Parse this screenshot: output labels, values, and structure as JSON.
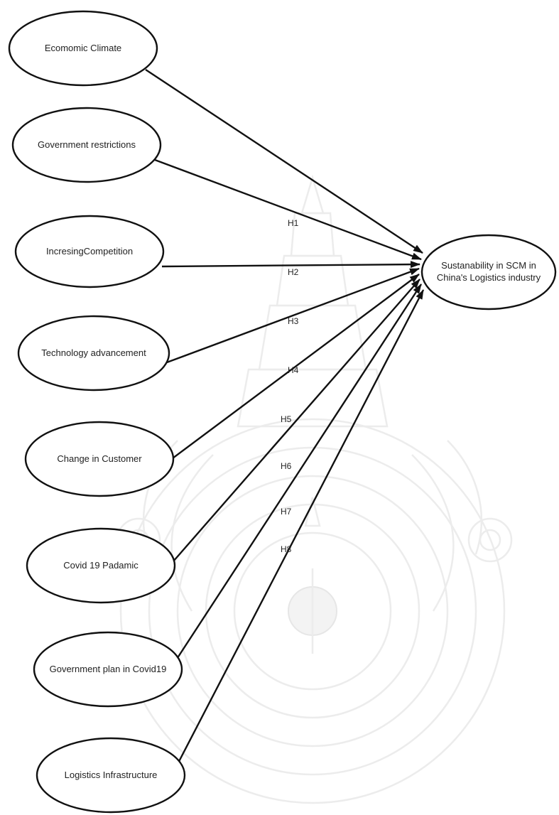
{
  "nodes": {
    "economic_climate": "Ecomomic Climate",
    "government_restrictions": "Government restrictions",
    "increasing_competition": "IncresingCompetition",
    "technology_advancement": "Technology advancement",
    "change_in_customer": "Change in Customer",
    "covid19_pandemic": "Covid 19 Padamic",
    "government_plan": "Government plan in  Covid19",
    "logistics_infrastructure": "Logistics  Infrastructure"
  },
  "target": {
    "line1": "Sustanability in SCM in",
    "line2": "China's Logistics industry"
  },
  "hypotheses": [
    "H1",
    "H2",
    "H3",
    "H4",
    "H5",
    "H6",
    "H7",
    "H8"
  ],
  "watermark": {
    "description_icon": "university-seal-emblem"
  }
}
